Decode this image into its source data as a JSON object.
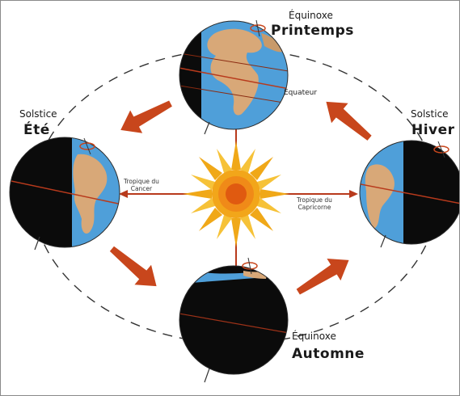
{
  "colors": {
    "ocean": "#4f9fd9",
    "land": "#d8a878",
    "night": "#0b0b0b",
    "arrow": "#c8461c",
    "sun": "#f0a818",
    "sun_core": "#e05a10",
    "axis_line": "#b83a1c",
    "orbit": "#333333"
  },
  "labels": {
    "printemps": {
      "small": "Équinoxe",
      "big": "Printemps"
    },
    "ete": {
      "small": "Solstice",
      "big": "Été"
    },
    "hiver": {
      "small": "Solstice",
      "big": "Hiver"
    },
    "automne": {
      "small": "Équinoxe",
      "big": "Automne"
    },
    "equateur": "Équateur",
    "tropique_cancer": {
      "line1": "Tropique du",
      "line2": "Cancer"
    },
    "tropique_capricorne": {
      "line1": "Tropique du",
      "line2": "Capricorne"
    }
  },
  "icons": [
    "sun-icon",
    "earth-globe-icon",
    "rotation-arrow-icon",
    "season-arrow-icon"
  ]
}
